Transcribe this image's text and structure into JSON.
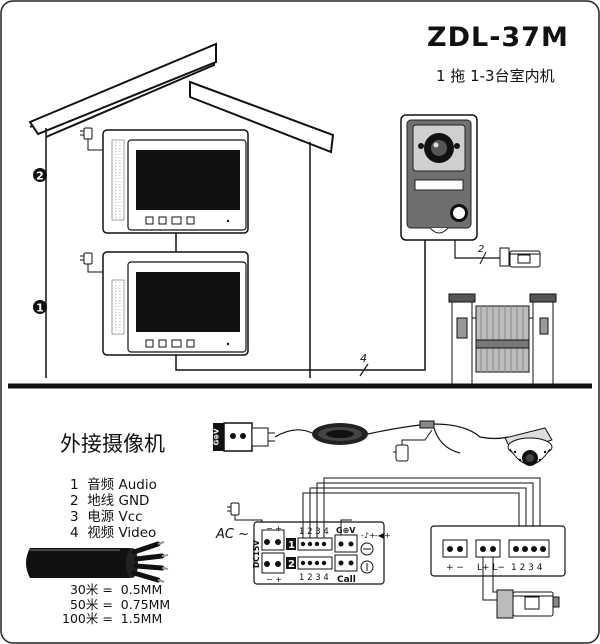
{
  "header": {
    "model": "ZDL-37M",
    "subtitle": "1 拖 1-3台室内机"
  },
  "indoor_units": [
    {
      "marker": "2"
    },
    {
      "marker": "1"
    }
  ],
  "wires": {
    "door_to_lock": "2",
    "indoor_to_door": "4"
  },
  "external_camera": {
    "title": "外接摄像机",
    "plug_label": "G⊕V"
  },
  "terminal_legend": [
    {
      "num": "1",
      "name": "音频 Audio"
    },
    {
      "num": "2",
      "name": "地线 GND"
    },
    {
      "num": "3",
      "name": "电源 Vcc"
    },
    {
      "num": "4",
      "name": "视频 Video"
    }
  ],
  "cable_spec": [
    {
      "length": "30米",
      "eq": "=",
      "size": "0.5MM"
    },
    {
      "length": "50米",
      "eq": "=",
      "size": "0.75MM"
    },
    {
      "length": "100米",
      "eq": "=",
      "size": "1.5MM"
    }
  ],
  "board": {
    "ac_label": "AC ~",
    "dc_label": "DC15V",
    "pins_top": "1 2 3 4",
    "pins_bottom": "1 2 3 4",
    "row1": "1",
    "row2": "2",
    "gv_label": "G⊕V",
    "call_label": "Call",
    "minus_plus_top": "− +",
    "minus_plus_bottom": "− +"
  },
  "door_board": {
    "pm": "+ −",
    "lock": "L+ L−",
    "pins": "1 2 3 4"
  }
}
